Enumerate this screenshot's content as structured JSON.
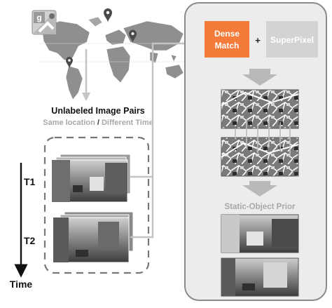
{
  "map": {
    "title": "Unlabeled Image Pairs",
    "subtitle_a": "Same location",
    "subtitle_sep": " / ",
    "subtitle_b": "Different Time",
    "logo_glyph": "g",
    "pin_icon": "map-pin-icon"
  },
  "timeline": {
    "t1": "T1",
    "t2": "T2",
    "axis_label": "Time"
  },
  "pipeline": {
    "dense_match": "Dense Match",
    "dense_line1": "Dense",
    "dense_line2": "Match",
    "plus": "+",
    "superpixel": "SuperPixel",
    "prior_label": "Static-Object Prior"
  },
  "colors": {
    "accent_orange": "#f47b3a",
    "box_gray": "#d3d3d3",
    "panel_bg": "#ececec",
    "panel_border": "#8a8a8a",
    "arrow_gray": "#b9b9b9",
    "subtitle_gray": "#a8a8a8"
  }
}
